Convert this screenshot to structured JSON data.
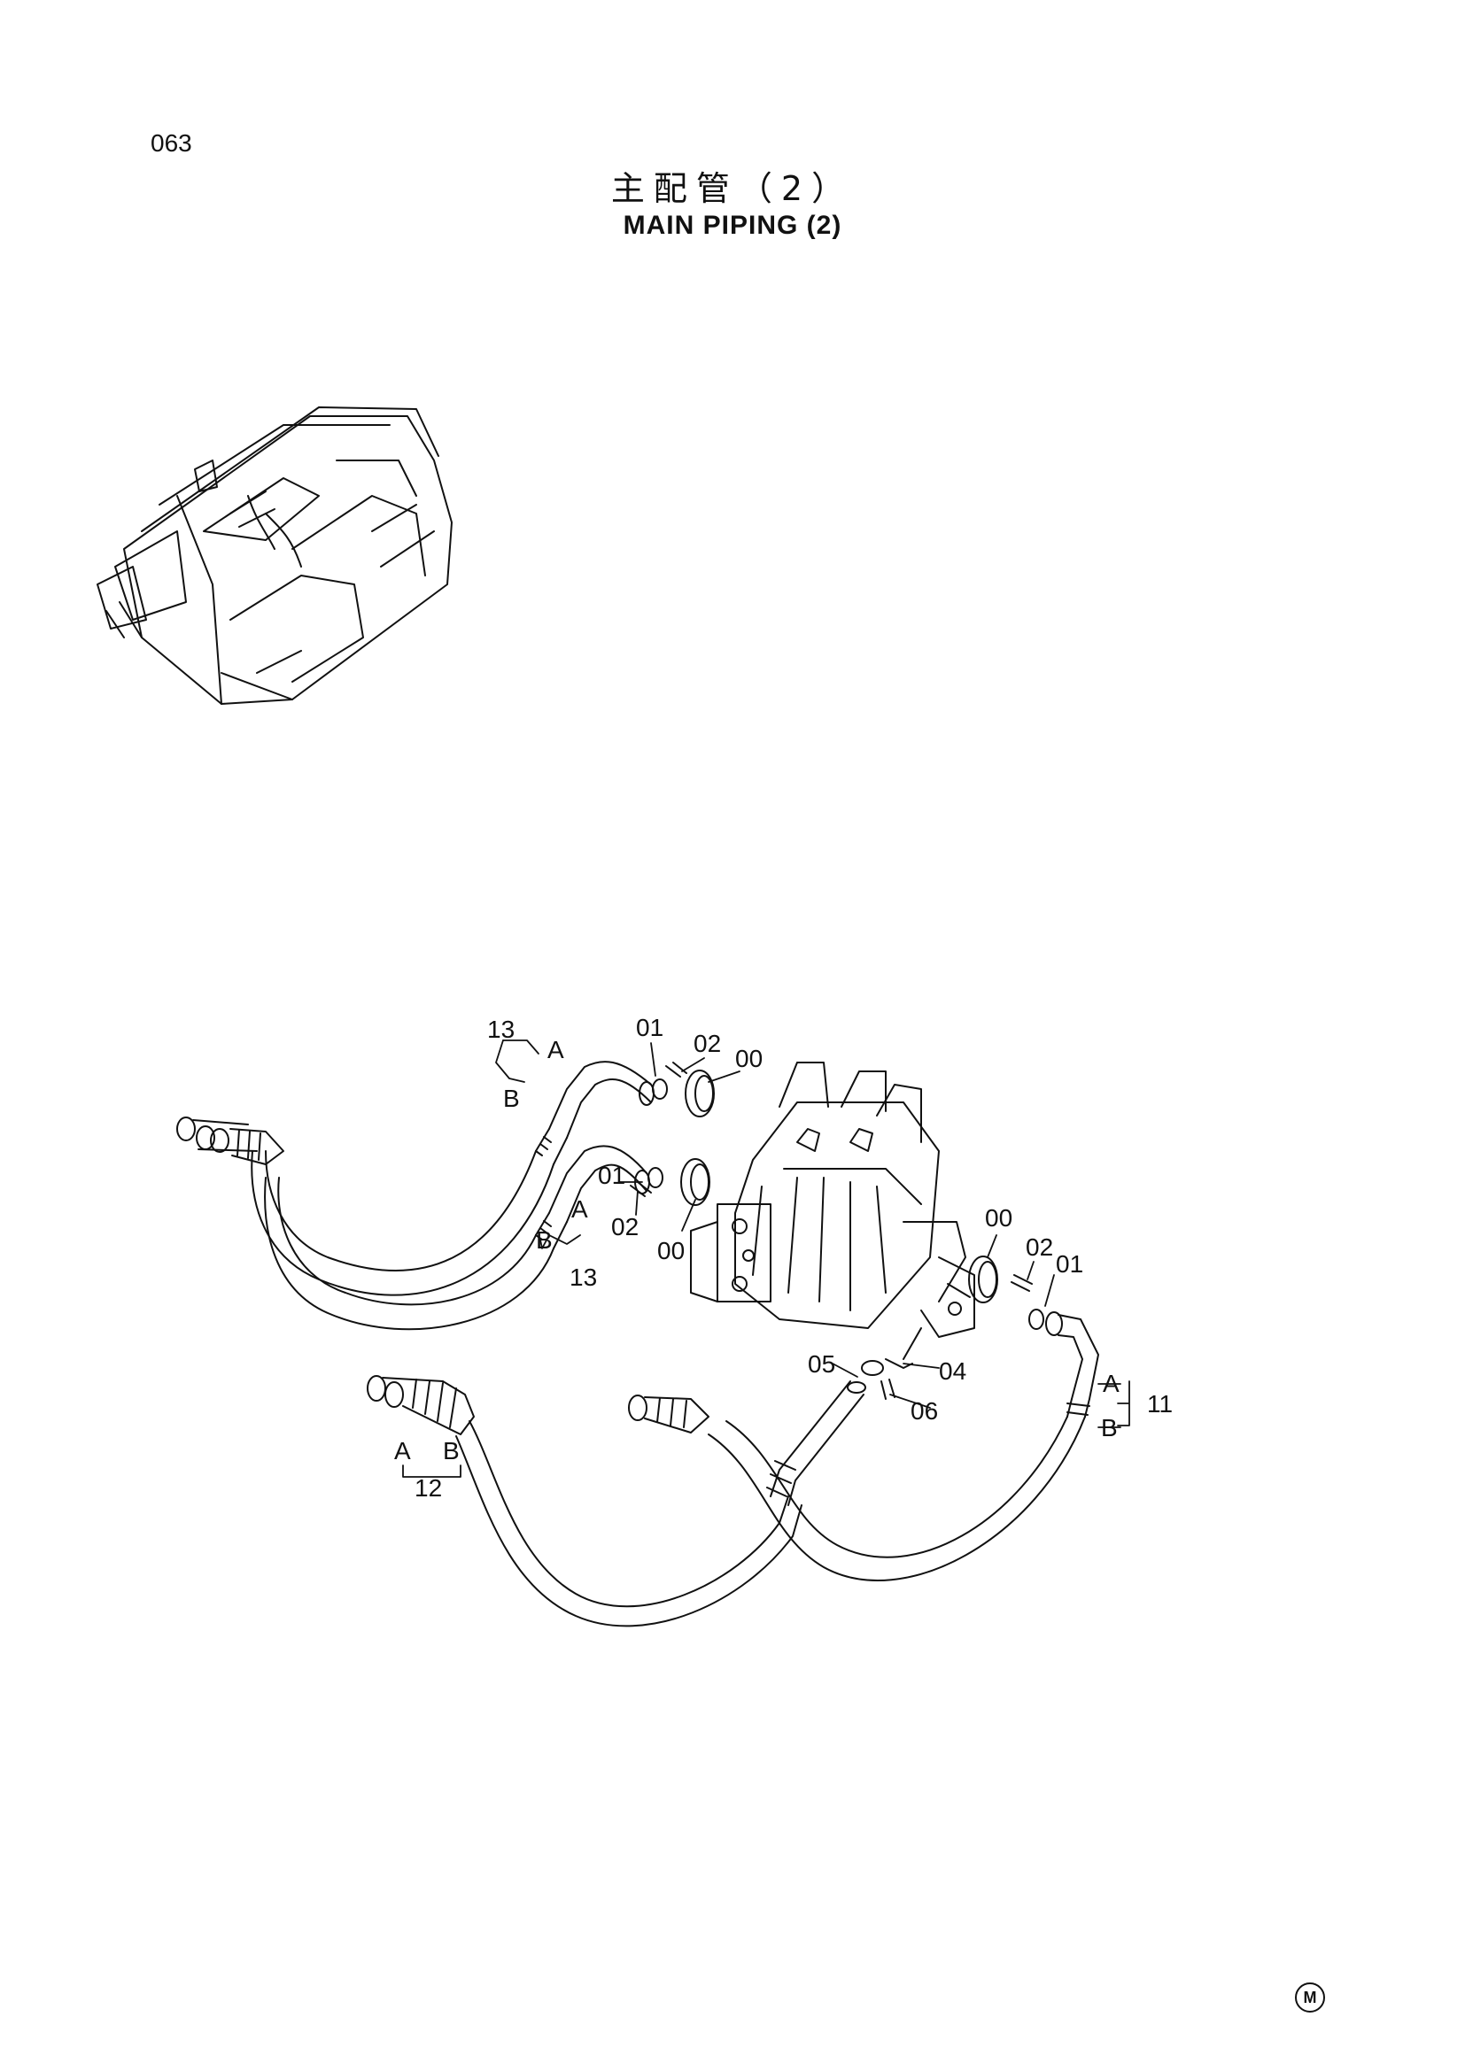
{
  "page": {
    "number": "063",
    "title_cn": "主配管（2）",
    "title_en": "MAIN  PIPING (2)",
    "footer_mark": "M"
  },
  "callouts": {
    "c13a": "13",
    "c13a_A": "A",
    "c13a_B": "B",
    "c01a": "01",
    "c02a": "02",
    "c00a": "00",
    "c01b": "01",
    "c02b": "02",
    "c00b": "00",
    "c13b_A": "A",
    "c13b_B": "B",
    "c13b": "13",
    "c00c": "00",
    "c02c": "02",
    "c01c": "01",
    "c05": "05",
    "c04": "04",
    "c06": "06",
    "c11_A": "A",
    "c11_B": "B",
    "c11": "11",
    "c12_A": "A",
    "c12_B": "B",
    "c12": "12"
  },
  "colors": {
    "ink": "#111111",
    "paper": "#ffffff"
  }
}
